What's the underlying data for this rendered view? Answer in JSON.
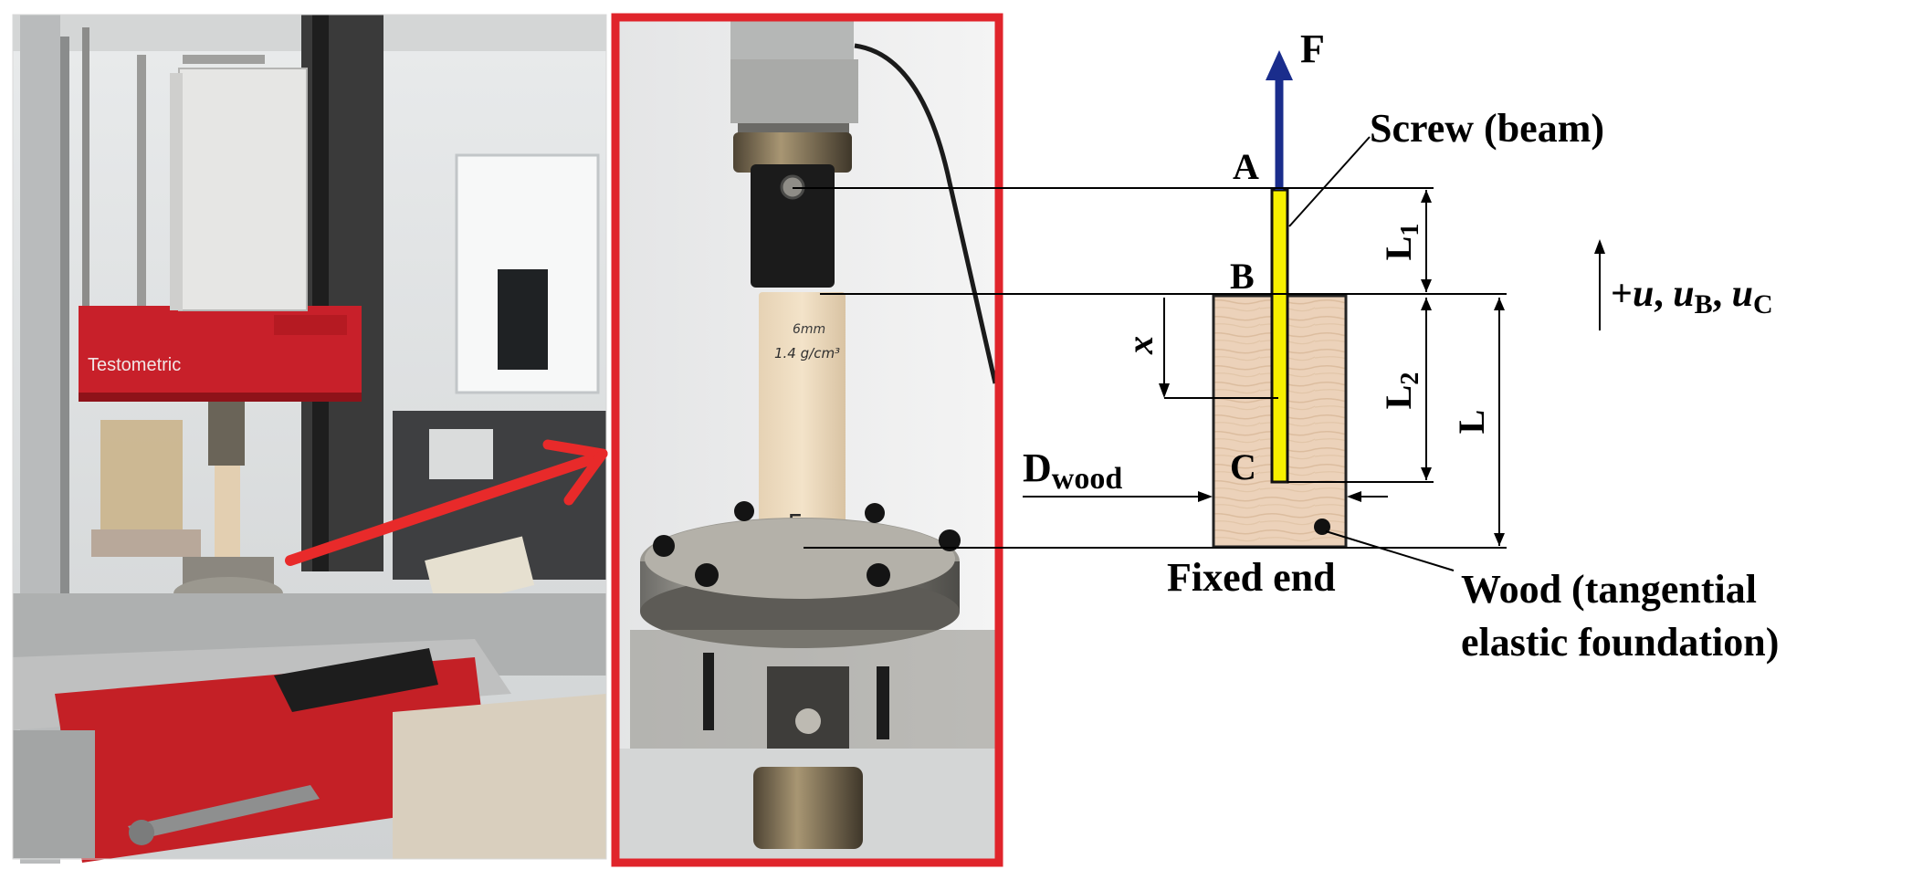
{
  "photo_left": {
    "machine_brand": "Testometric"
  },
  "photo_middle": {
    "specimen_handwriting_1": "6mm",
    "specimen_handwriting_2": "1.4 g/cm³",
    "specimen_number": "5."
  },
  "diagram": {
    "force_label": "F",
    "point_a": "A",
    "point_b": "B",
    "point_c": "C",
    "screw_label": "Screw (beam)",
    "l1_main": "L",
    "l1_sub": "1",
    "l2_main": "L",
    "l2_sub": "2",
    "l_label": "L",
    "x_label": "x",
    "dwood_main": "D",
    "dwood_sub": "wood",
    "fixed_end_label": "Fixed end",
    "wood_label_line1": "Wood (tangential",
    "wood_label_line2": "elastic foundation)",
    "sign_prefix": "+",
    "sign_u": "u",
    "sign_sep1": ", ",
    "sign_ub_main": "u",
    "sign_ub_sub": "B",
    "sign_sep2": ", ",
    "sign_uc_main": "u",
    "sign_uc_sub": "C"
  },
  "colors": {
    "frame_red": "#e0242b",
    "arrow_red": "#e82a2a",
    "force_arrow": "#1a2d8c",
    "screw_yellow": "#f6f000",
    "wood": "#ecd2ba",
    "machine_red": "#c8202a"
  }
}
